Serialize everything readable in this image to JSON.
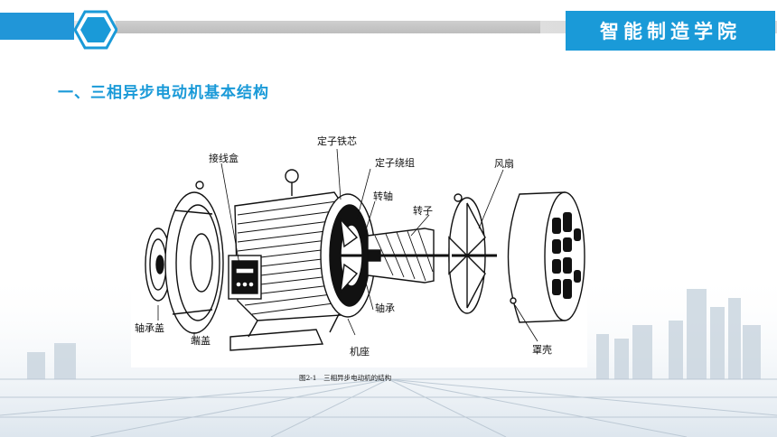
{
  "header": {
    "title": "智能制造学院",
    "accent_color": "#1a9ad8",
    "logo_icon": "hexagon-icon"
  },
  "heading": "一、三相异步电动机基本结构",
  "figure": {
    "labels": {
      "stator_core": "定子铁芯",
      "terminal_box": "接线盒",
      "stator_winding": "定子绕组",
      "fan": "风扇",
      "shaft": "转轴",
      "rotor": "转子",
      "bearing_cover": "轴承盖",
      "end_cover": "端盖",
      "bearing": "轴承",
      "frame": "机座",
      "fan_cover": "罩壳"
    },
    "caption": "图2-1　三相异步电动机的结构"
  }
}
